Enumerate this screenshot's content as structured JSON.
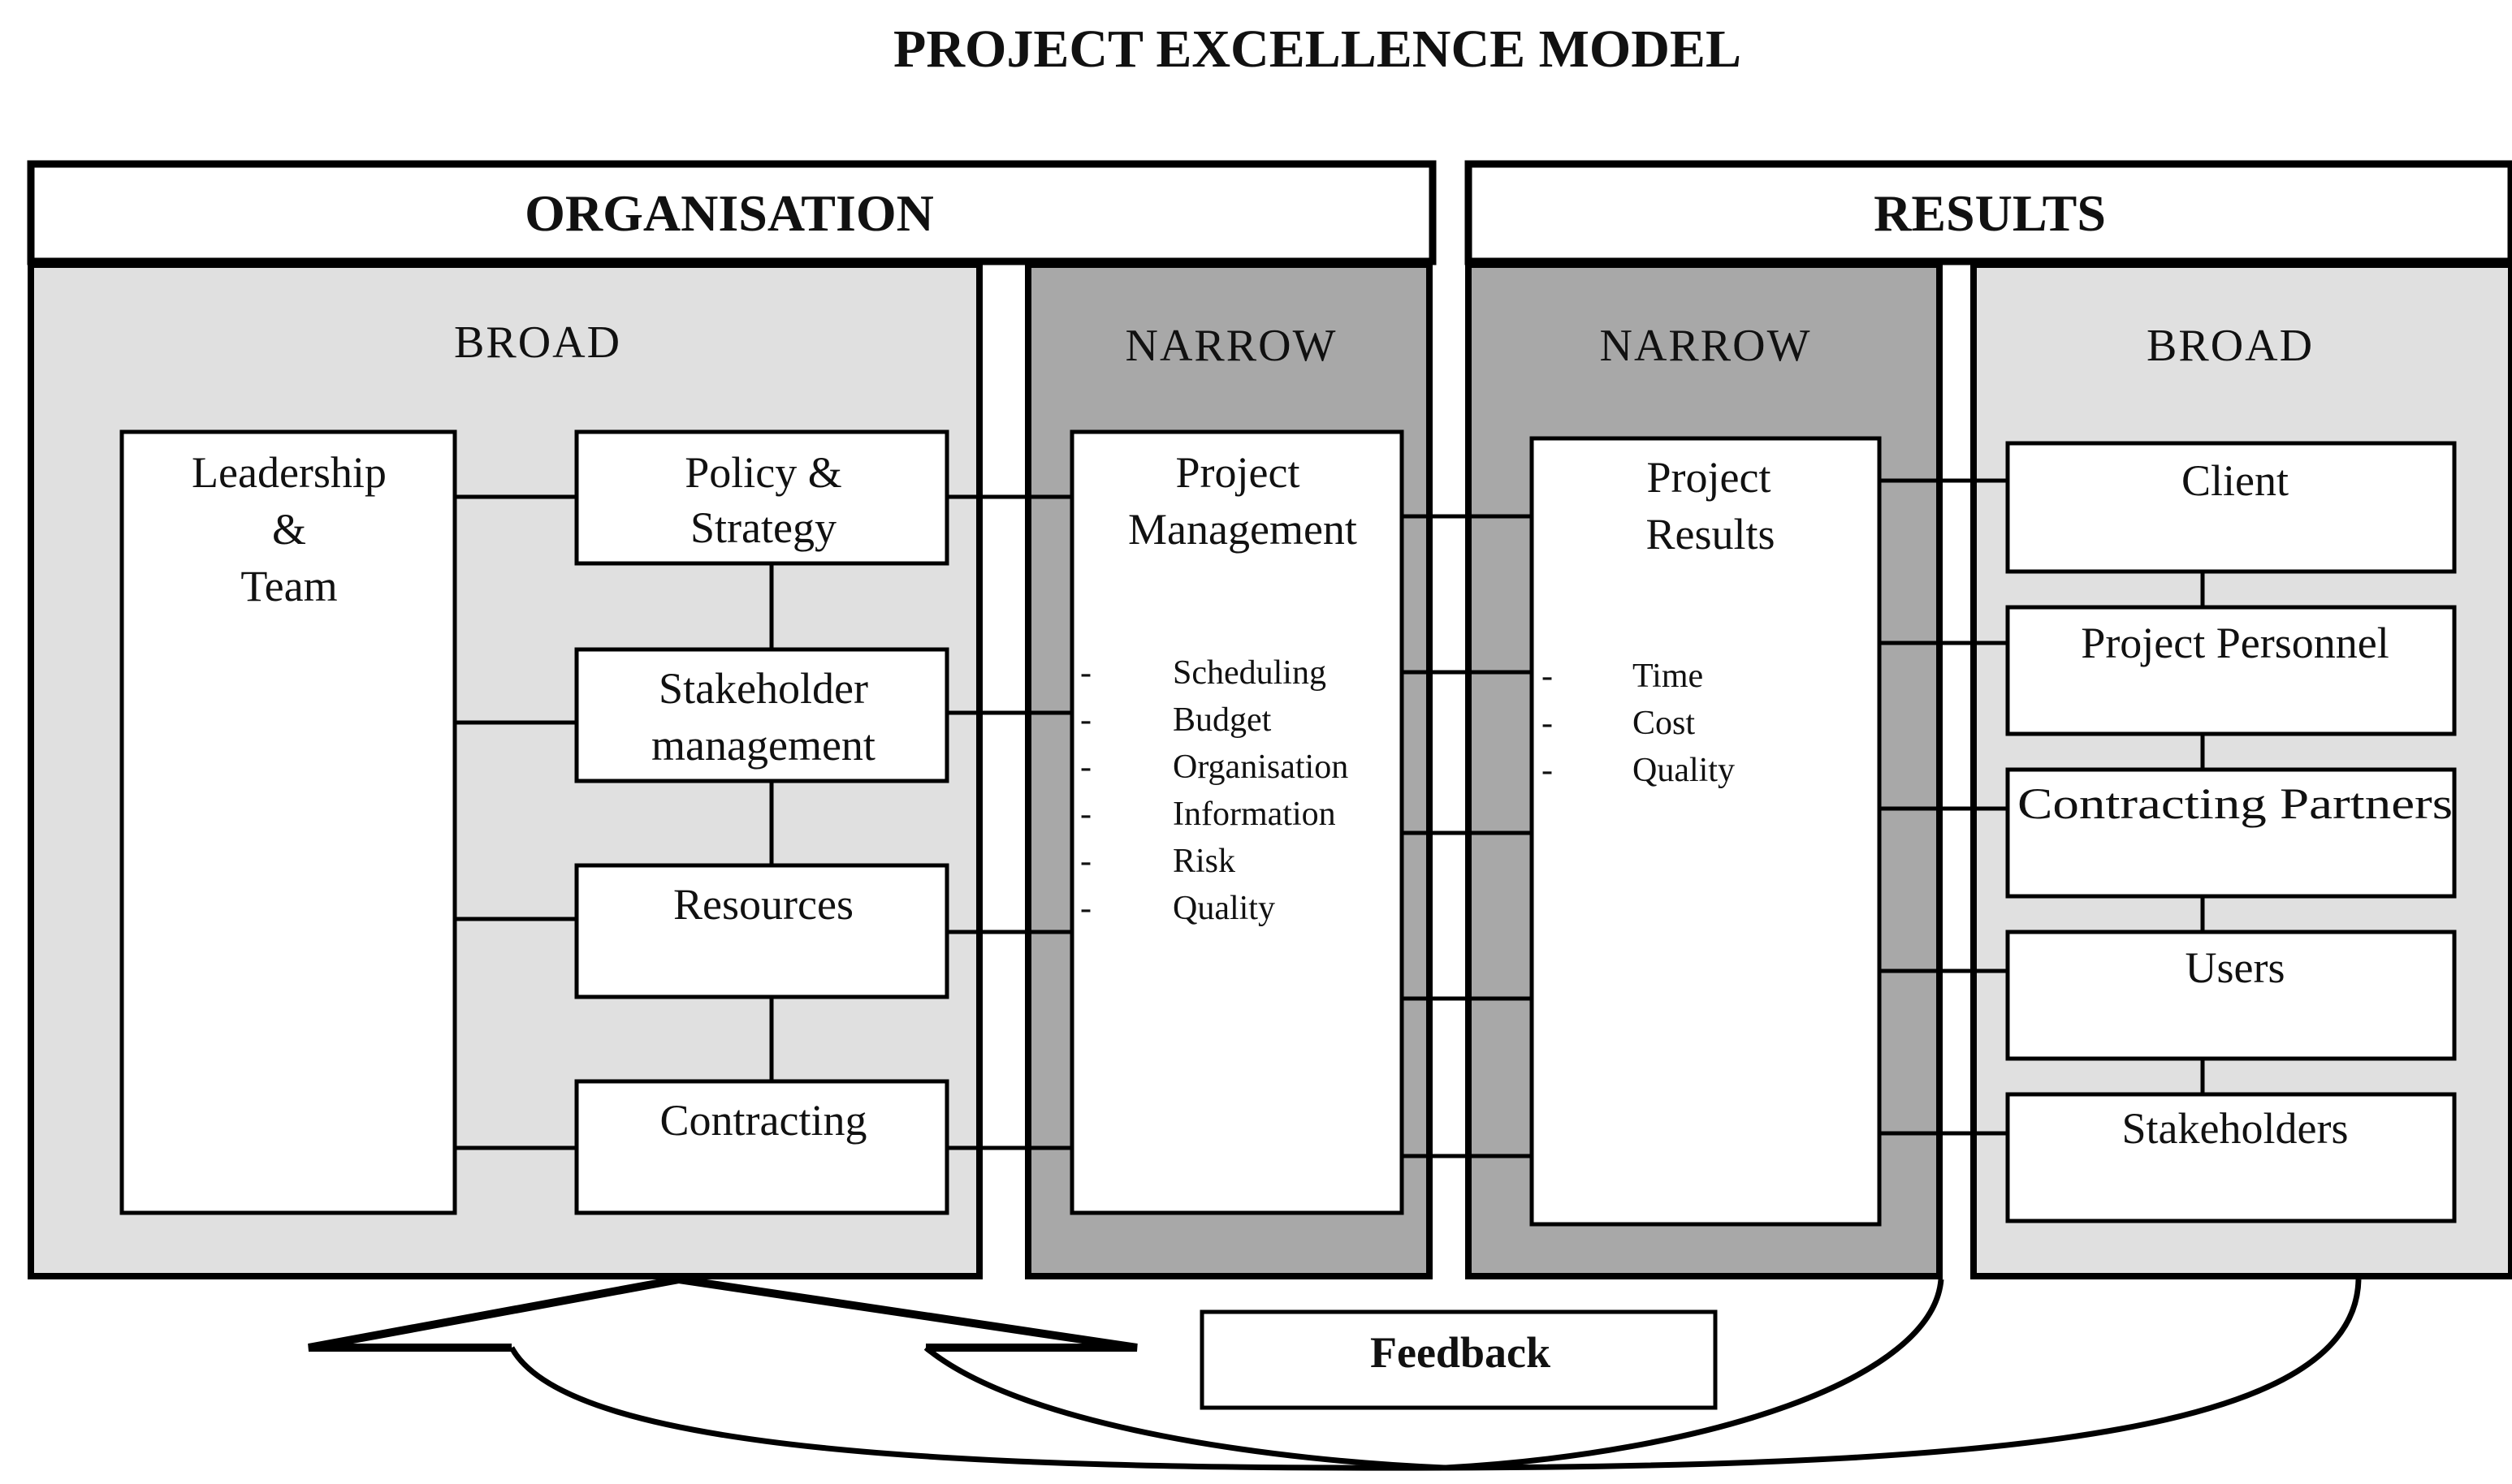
{
  "title": "PROJECT EXCELLENCE MODEL",
  "colors": {
    "broad_fill": "#e0e0e0",
    "narrow_fill": "#a8a8a8",
    "box_fill": "#ffffff",
    "stroke": "#000000"
  },
  "organisation": {
    "header": "ORGANISATION",
    "broad": {
      "label": "BROAD",
      "leadership_box": {
        "lines": [
          "Leadership",
          "&",
          "Team"
        ]
      },
      "enabler_boxes": [
        {
          "lines": [
            "Policy &",
            "Strategy"
          ]
        },
        {
          "lines": [
            "Stakeholder",
            "management"
          ]
        },
        {
          "lines": [
            "Resources"
          ]
        },
        {
          "lines": [
            "Contracting"
          ]
        }
      ]
    },
    "narrow": {
      "label": "NARROW",
      "box": {
        "lines": [
          "Project",
          "Management"
        ],
        "bullet": "-",
        "items": [
          "Scheduling",
          "Budget",
          "Organisation",
          "Information",
          "Risk",
          "Quality"
        ]
      }
    }
  },
  "results": {
    "header": "RESULTS",
    "narrow": {
      "label": "NARROW",
      "box": {
        "lines": [
          "Project",
          "Results"
        ],
        "bullet": "-",
        "items": [
          "Time",
          "Cost",
          "Quality"
        ]
      }
    },
    "broad": {
      "label": "BROAD",
      "boxes": [
        "Client",
        "Project Personnel",
        "Contracting Partners",
        "Users",
        "Stakeholders"
      ]
    }
  },
  "feedback": {
    "label": "Feedback"
  }
}
